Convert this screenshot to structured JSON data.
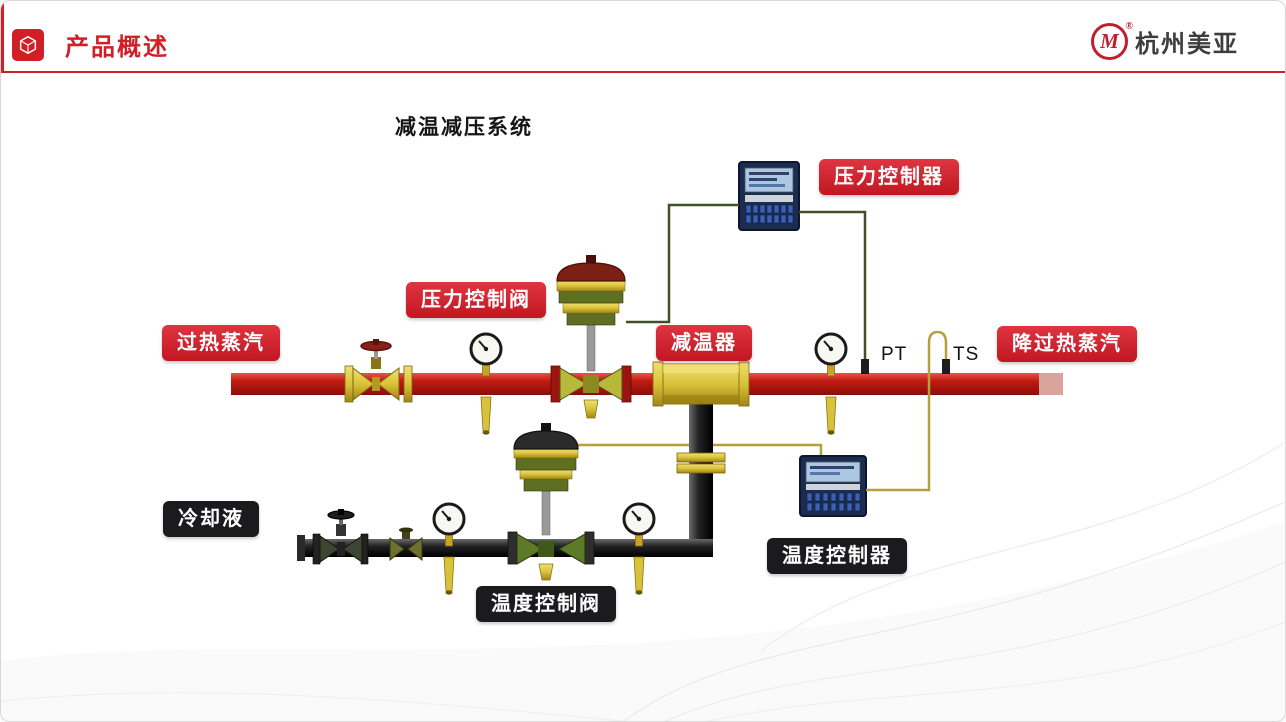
{
  "slide": {
    "header": {
      "title": "产品概述",
      "accent_color": "#d01f26",
      "icon": "cube-icon"
    },
    "logo": {
      "letter": "M",
      "reg": "®",
      "text": "杭州美亚",
      "brand_color": "#c01f2e"
    },
    "diagram": {
      "title": "减温减压系统",
      "labels": {
        "superheated_steam": "过热蒸汽",
        "pressure_control_valve": "压力控制阀",
        "pressure_controller": "压力控制器",
        "desuperheater": "减温器",
        "desuperheated_steam": "降过热蒸汽",
        "pt_sensor": "PT",
        "ts_sensor": "TS",
        "coolant": "冷却液",
        "temperature_controller": "温度控制器",
        "temperature_control_valve": "温度控制阀"
      },
      "colors": {
        "steam_pipe": "#b01510",
        "coolant_pipe": "#1a1a1a",
        "red_label_bg": "#d42027",
        "dark_label_bg": "#1b1b1d",
        "brass": "#d9c23a",
        "instrument_body": "#1b2c4e"
      }
    }
  }
}
